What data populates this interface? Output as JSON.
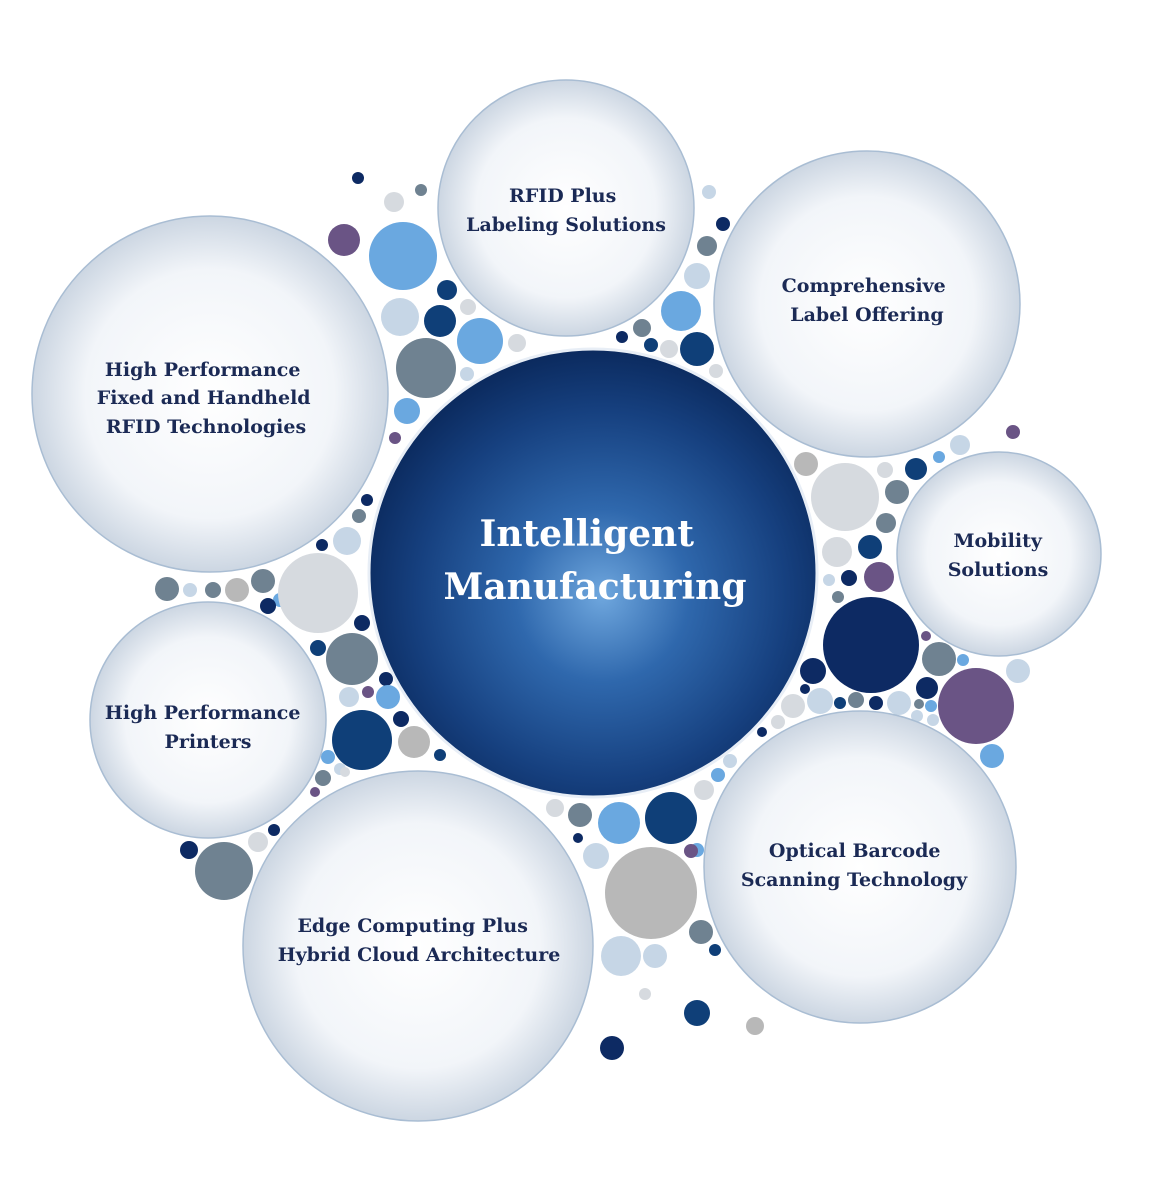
{
  "center": {
    "line1": "Intelligent",
    "line2": "Manufacturing"
  },
  "nodes": [
    {
      "id": "rfid-plus",
      "lines": [
        "RFID Plus",
        "Labeling Solutions"
      ]
    },
    {
      "id": "comprehensive-label",
      "lines": [
        "Comprehensive",
        "Label Offering"
      ]
    },
    {
      "id": "mobility",
      "lines": [
        "Mobility",
        "Solutions"
      ]
    },
    {
      "id": "optical-barcode",
      "lines": [
        "Optical Barcode",
        "Scanning Technology"
      ]
    },
    {
      "id": "edge-computing",
      "lines": [
        "Edge Computing Plus",
        "Hybrid Cloud Architecture"
      ]
    },
    {
      "id": "printers",
      "lines": [
        "High Performance",
        "Printers"
      ]
    },
    {
      "id": "rfid-technologies",
      "lines": [
        "High Performance",
        "Fixed and Handheld",
        "RFID Technologies"
      ]
    }
  ],
  "colors": {
    "navy": "#0d2a63",
    "dark_blue": "#0f3f78",
    "light_blue": "#6aa8e0",
    "pale_blue": "#c6d6e6",
    "slate": "#6f8291",
    "gray": "#b8b8b8",
    "light_gray": "#d6dadf",
    "purple": "#6a5485",
    "outer_text": "#1b2a55"
  }
}
